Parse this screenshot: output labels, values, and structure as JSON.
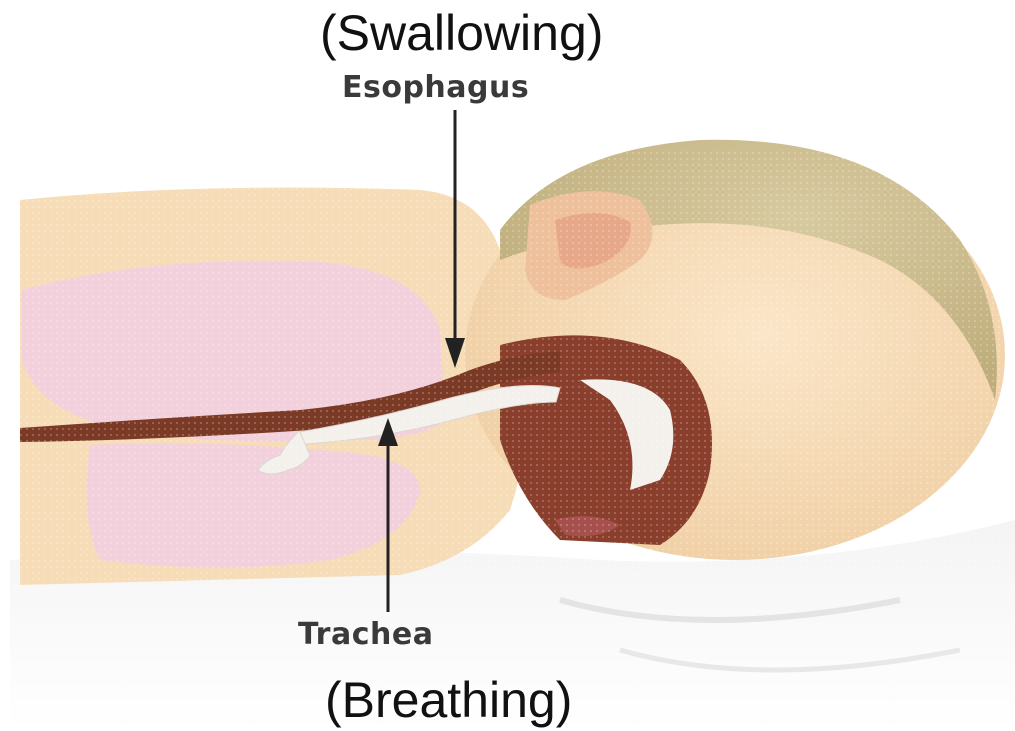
{
  "labels": {
    "esophagus_function": "(Swallowing)",
    "esophagus": "Esophagus",
    "trachea": "Trachea",
    "trachea_function": "(Breathing)"
  },
  "colors": {
    "skin": "#f7dcb8",
    "hair": "#cfc193",
    "lung": "#f2cfe0",
    "esophagus": "#7b3a26",
    "trachea": "#f4f1ec",
    "arrow": "#222222",
    "bedding": "#eeeeee"
  }
}
